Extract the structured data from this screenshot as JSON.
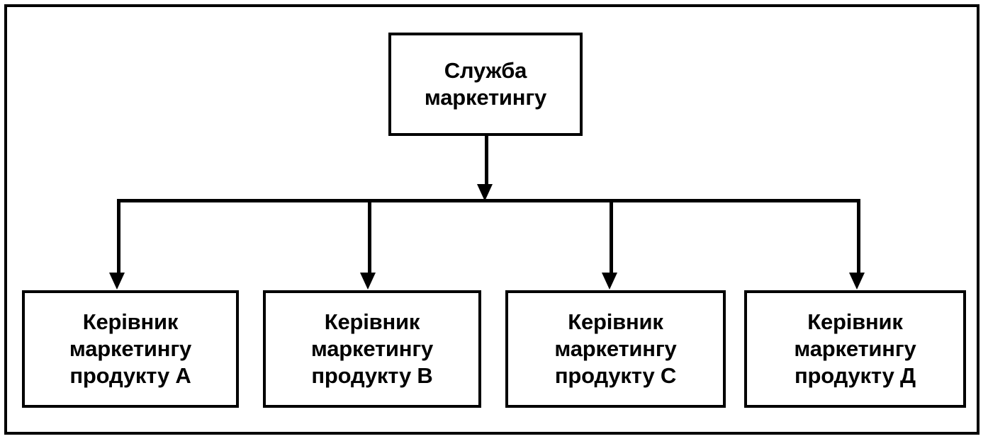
{
  "diagram": {
    "type": "organizational-chart",
    "orientation": "top-down",
    "frame": {
      "visible": true,
      "color": "#000000"
    },
    "line_color": "#000000",
    "box_fill": "#ffffff",
    "root": {
      "id": "root",
      "label": "Служба\nмаркетингу",
      "line1": "Служба",
      "line2": "маркетингу"
    },
    "children": [
      {
        "id": "child-a",
        "label": "Керівник\nмаркетингу\nпродукту А",
        "line1": "Керівник",
        "line2": "маркетингу",
        "line3": "продукту А",
        "product": "А"
      },
      {
        "id": "child-b",
        "label": "Керівник\nмаркетингу\nпродукту В",
        "line1": "Керівник",
        "line2": "маркетингу",
        "line3": "продукту В",
        "product": "В"
      },
      {
        "id": "child-c",
        "label": "Керівник\nмаркетингу\nпродукту С",
        "line1": "Керівник",
        "line2": "маркетингу",
        "line3": "продукту С",
        "product": "С"
      },
      {
        "id": "child-d",
        "label": "Керівник\nмаркетингу\nпродукту Д",
        "line1": "Керівник",
        "line2": "маркетингу",
        "line3": "продукту Д",
        "product": "Д"
      }
    ],
    "connectors": {
      "root_to_bus": "arrow-down",
      "bus_to_children": [
        "arrow-down",
        "arrow-down",
        "arrow-down",
        "arrow-down"
      ]
    }
  }
}
